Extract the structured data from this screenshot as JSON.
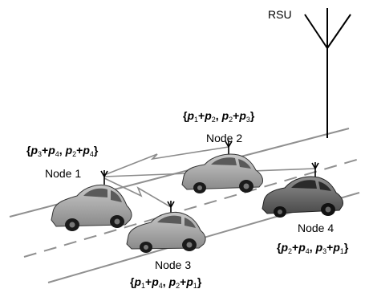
{
  "rsu_label": "RSU",
  "nodes": [
    {
      "id": 1,
      "label": "Node 1",
      "packets": [
        {
          "a": 3,
          "b": 4
        },
        {
          "a": 2,
          "b": 4
        }
      ]
    },
    {
      "id": 2,
      "label": "Node 2",
      "packets": [
        {
          "a": 1,
          "b": 2
        },
        {
          "a": 2,
          "b": 3
        }
      ]
    },
    {
      "id": 3,
      "label": "Node 3",
      "packets": [
        {
          "a": 1,
          "b": 4
        },
        {
          "a": 2,
          "b": 1
        }
      ]
    },
    {
      "id": 4,
      "label": "Node 4",
      "packets": [
        {
          "a": 2,
          "b": 4
        },
        {
          "a": 3,
          "b": 1
        }
      ]
    }
  ],
  "packet_symbol": "p"
}
